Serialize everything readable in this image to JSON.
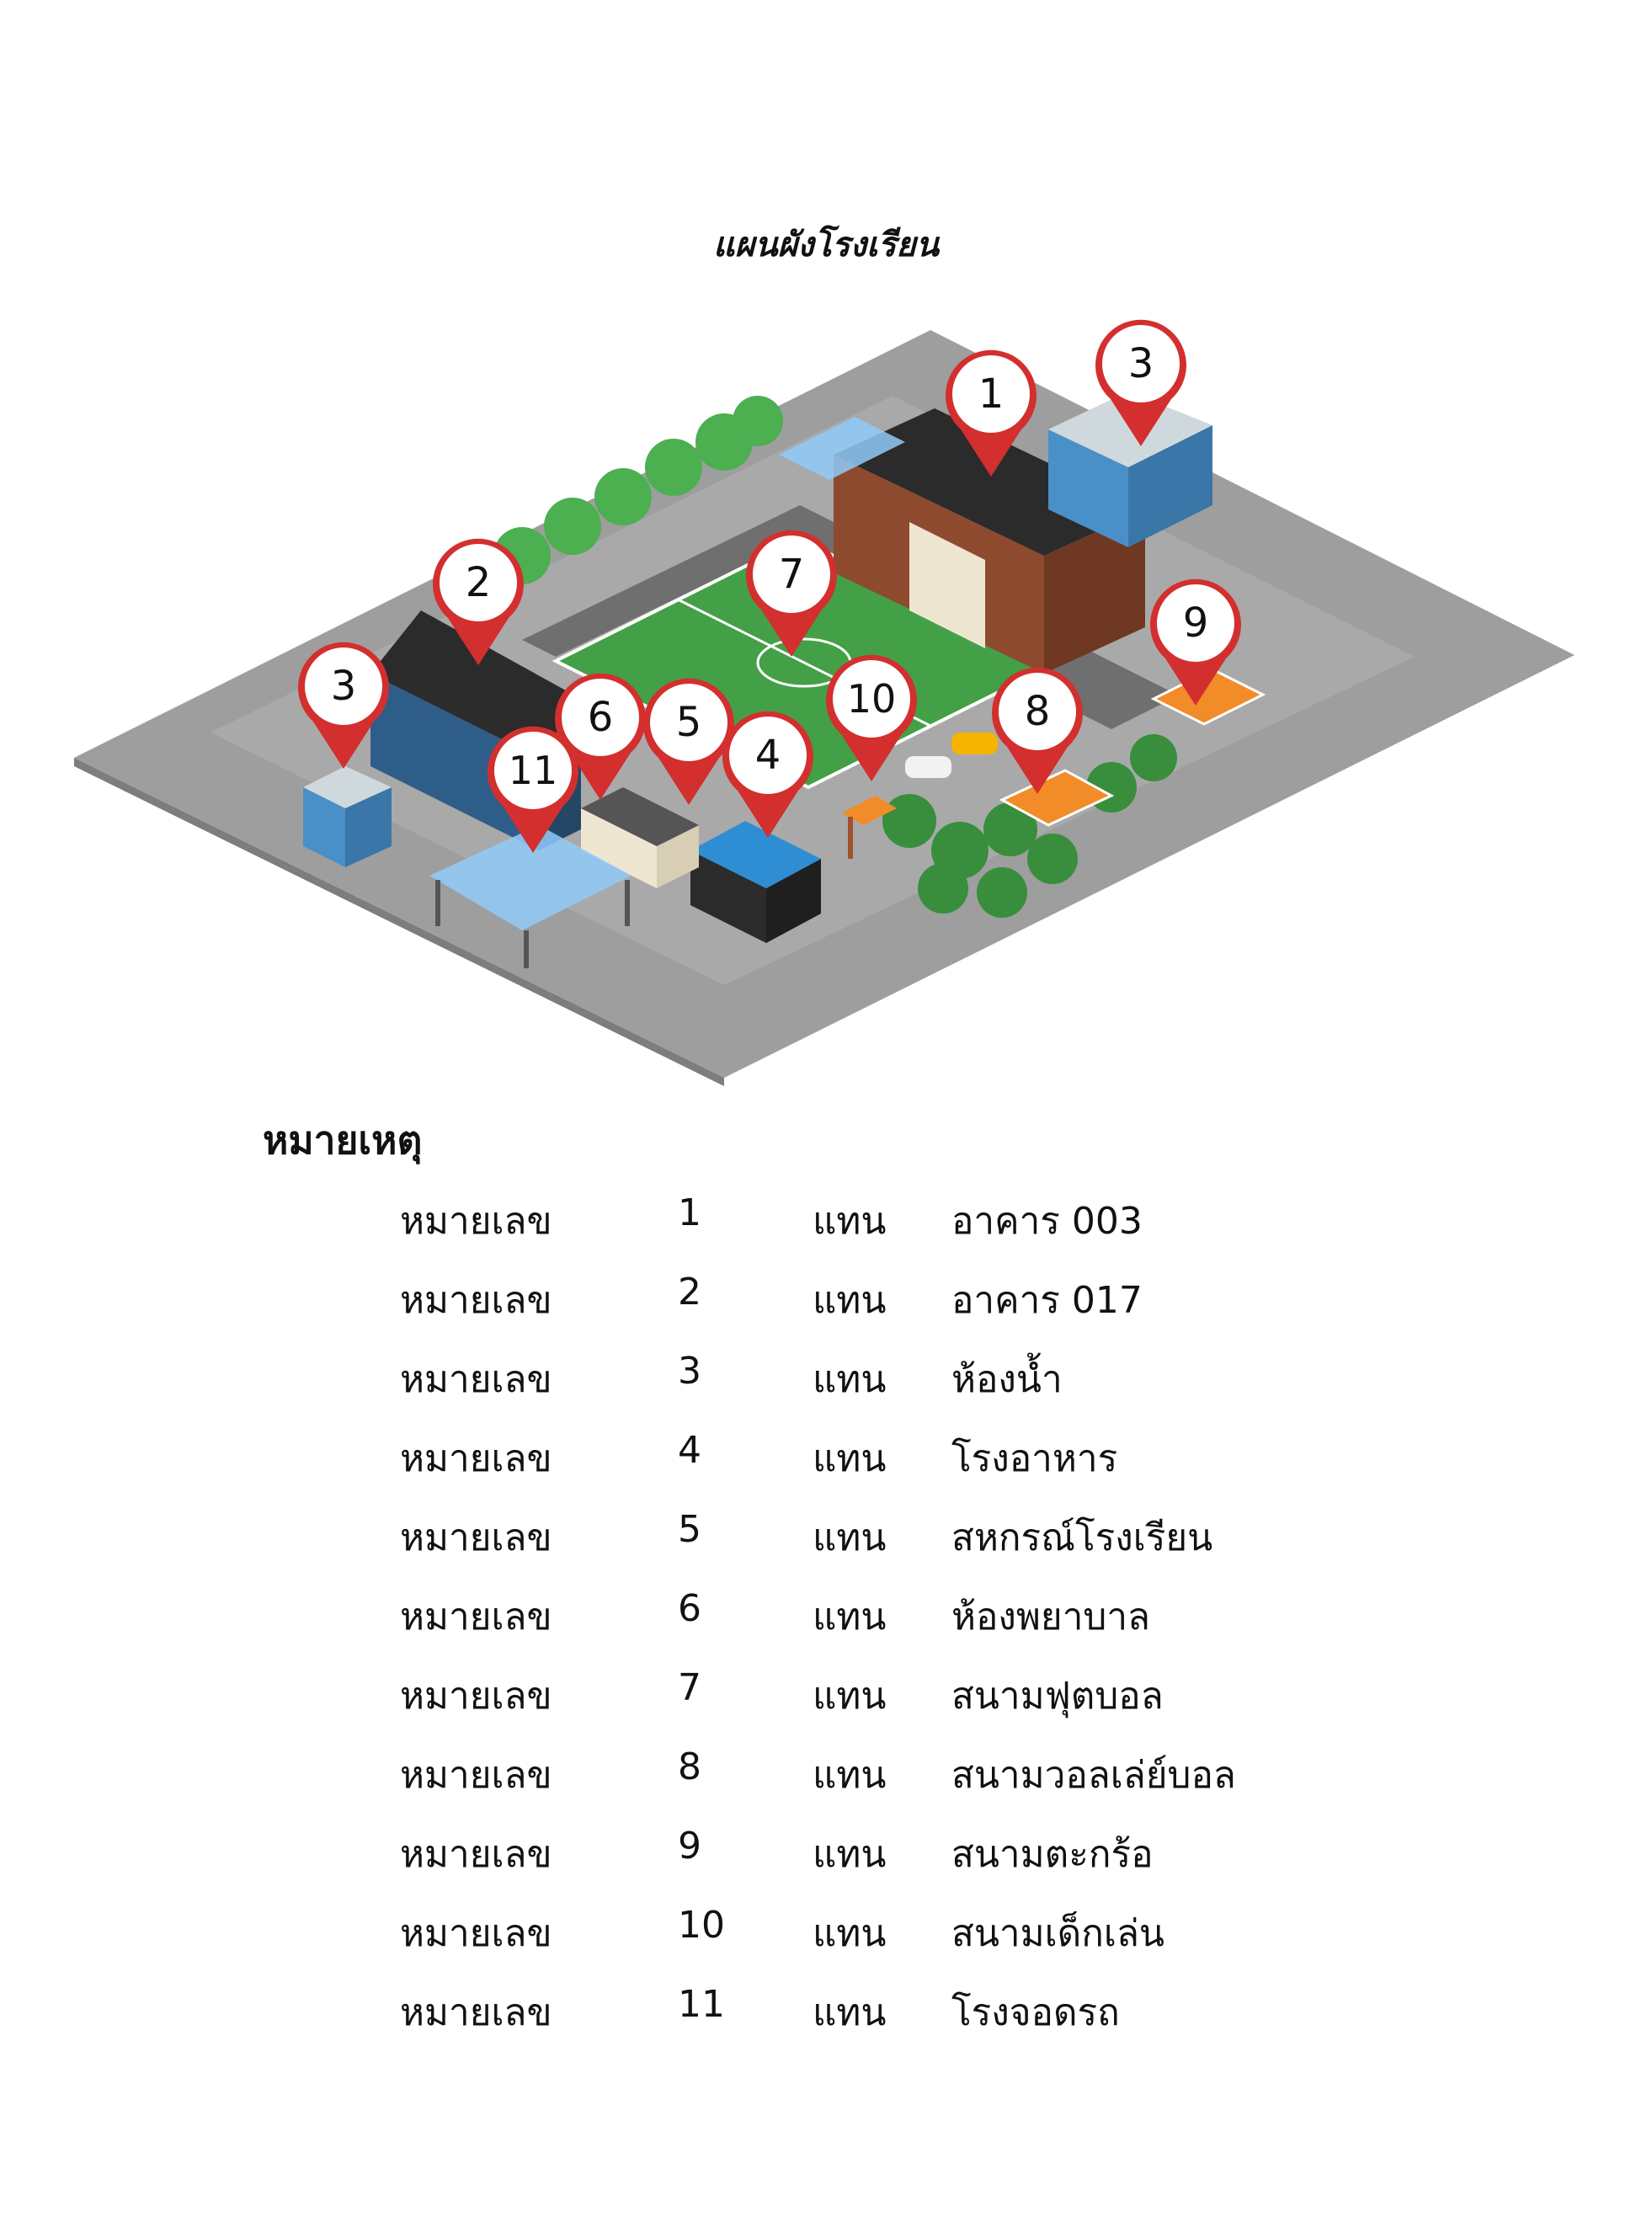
{
  "document": {
    "title": "แผนผังโรงเรียน",
    "legend_heading": "หมายเหตุ"
  },
  "map": {
    "markers": [
      {
        "label": "1"
      },
      {
        "label": "2"
      },
      {
        "label": "3"
      },
      {
        "label": "3"
      },
      {
        "label": "4"
      },
      {
        "label": "5"
      },
      {
        "label": "6"
      },
      {
        "label": "7"
      },
      {
        "label": "8"
      },
      {
        "label": "9"
      },
      {
        "label": "10"
      },
      {
        "label": "11"
      }
    ],
    "colors": {
      "pin": "#d32f2f",
      "ground": "#9e9e9e",
      "field": "#43a047",
      "brick": "#8d4a2f",
      "roof": "#2b2b2b",
      "toilet": "#4a90c8",
      "court": "#f28c28"
    }
  },
  "legend": {
    "rows": [
      {
        "prefix": "หมายเลข",
        "number": "1",
        "means": "แทน",
        "place": "อาคาร 003"
      },
      {
        "prefix": "หมายเลข",
        "number": "2",
        "means": "แทน",
        "place": "อาคาร 017"
      },
      {
        "prefix": "หมายเลข",
        "number": "3",
        "means": "แทน",
        "place": "ห้องน้ำ"
      },
      {
        "prefix": "หมายเลข",
        "number": "4",
        "means": "แทน",
        "place": "โรงอาหาร"
      },
      {
        "prefix": "หมายเลข",
        "number": "5",
        "means": "แทน",
        "place": "สหกรณ์โรงเรียน"
      },
      {
        "prefix": "หมายเลข",
        "number": "6",
        "means": "แทน",
        "place": "ห้องพยาบาล"
      },
      {
        "prefix": "หมายเลข",
        "number": "7",
        "means": "แทน",
        "place": "สนามฟุตบอล"
      },
      {
        "prefix": "หมายเลข",
        "number": "8",
        "means": "แทน",
        "place": "สนามวอลเล่ย์บอล"
      },
      {
        "prefix": "หมายเลข",
        "number": "9",
        "means": "แทน",
        "place": "สนามตะกร้อ"
      },
      {
        "prefix": "หมายเลข",
        "number": "10",
        "means": "แทน",
        "place": "สนามเด็กเล่น"
      },
      {
        "prefix": "หมายเลข",
        "number": "11",
        "means": "แทน",
        "place": "โรงจอดรถ"
      }
    ]
  }
}
